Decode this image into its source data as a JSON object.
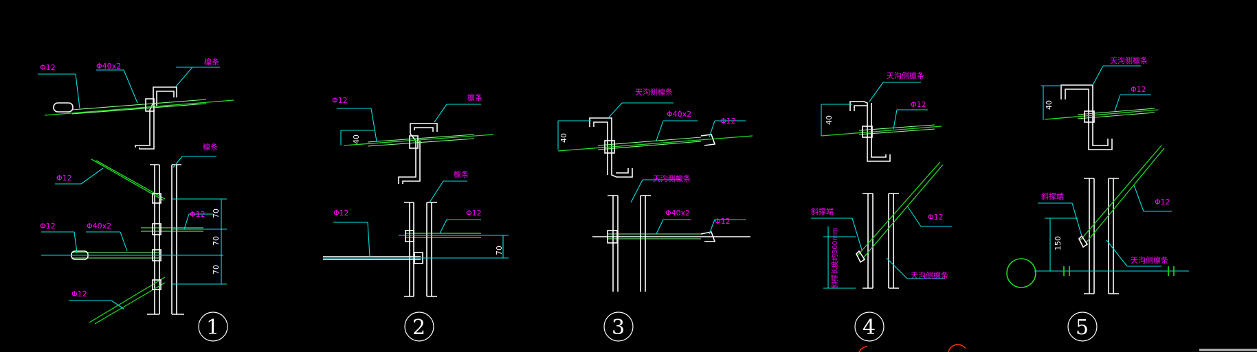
{
  "colors": {
    "background": "#000000",
    "label": "#ff00ff",
    "leader": "#00e5e5",
    "rod": "#22dd22",
    "steel": "#ffffff"
  },
  "details": [
    {
      "number": "1",
      "labels": {
        "rod_top": "Φ12",
        "tube_top": "Φ40x2",
        "purlin_top": "檩条",
        "purlin_bottom": "檩条",
        "rod_upper": "Φ12",
        "rod_mid": "Φ12",
        "tube_mid": "Φ40x2",
        "rod_lower": "Φ12"
      },
      "dims": [
        "70",
        "70",
        "70"
      ]
    },
    {
      "number": "2",
      "labels": {
        "rod_top": "Φ12",
        "purlin_top": "檩条",
        "purlin_bottom": "檩条",
        "rod_bottom_left": "Φ12",
        "rod_bottom_right": "Φ12"
      },
      "dims": [
        "40",
        "70"
      ]
    },
    {
      "number": "3",
      "labels": {
        "purlin_top": "天沟侧檩条",
        "tube_top": "Φ40x2",
        "rod_top": "Φ12",
        "purlin_bottom": "天沟侧檩条",
        "tube_bottom": "Φ40x2",
        "rod_bottom": "Φ12"
      },
      "dims": [
        "40"
      ]
    },
    {
      "number": "4",
      "labels": {
        "purlin_top": "天沟侧檩条",
        "rod_top": "Φ12",
        "brace": "斜撑端",
        "rod_bottom": "Φ12",
        "purlin_bottom": "天沟侧檩条",
        "vertical_note": "斜撑长度约300mm"
      },
      "dims": [
        "40"
      ]
    },
    {
      "number": "5",
      "labels": {
        "purlin_top": "天沟侧檩条",
        "rod_top": "Φ12",
        "brace": "斜撑端",
        "rod_bottom": "Φ12",
        "purlin_bottom": "天沟侧檩条"
      },
      "dims": [
        "40",
        "150"
      ]
    }
  ]
}
